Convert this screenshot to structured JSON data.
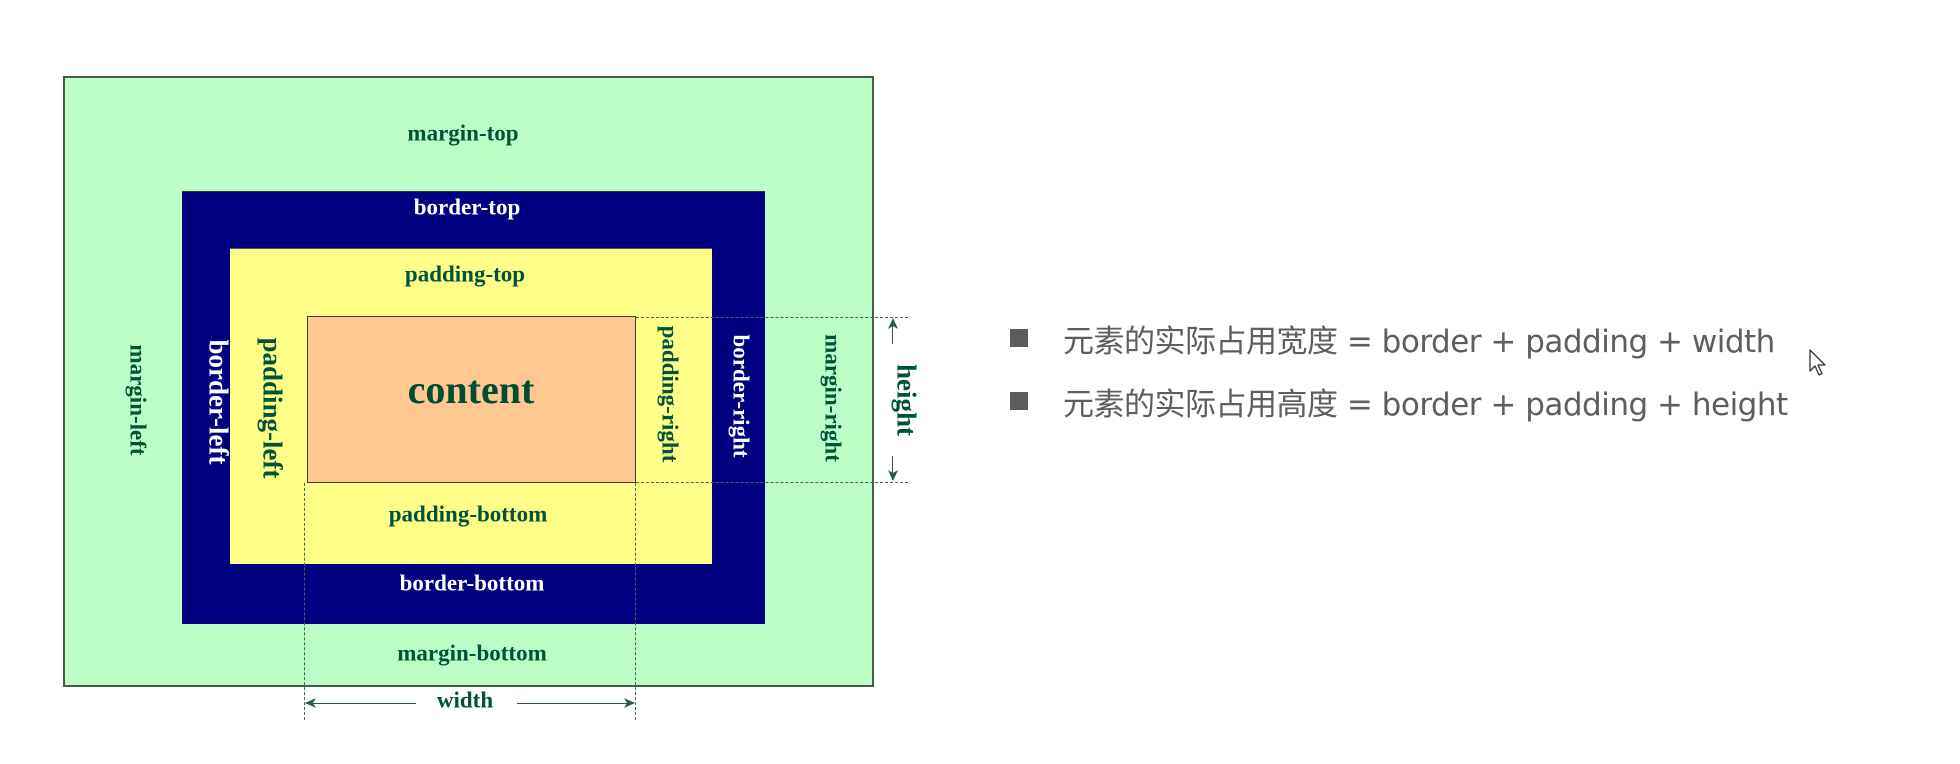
{
  "diagram": {
    "title": "CSS box model",
    "colors": {
      "margin": "#bbffc6",
      "border": "#000080",
      "padding": "#ffff88",
      "content": "#ffc890",
      "label_dark": "#00533a",
      "label_light": "#ffffff"
    },
    "labels": {
      "margin_top": "margin-top",
      "margin_left": "margin-left",
      "margin_right": "margin-right",
      "margin_bottom": "margin-bottom",
      "border_top": "border-top",
      "border_left": "border-left",
      "border_right": "border-right",
      "border_bottom": "border-bottom",
      "padding_top": "padding-top",
      "padding_left": "padding-left",
      "padding_right": "padding-right",
      "padding_bottom": "padding-bottom",
      "content": "content",
      "width": "width",
      "height": "height"
    }
  },
  "notes": {
    "items": [
      {
        "bullet": "square",
        "text": "元素的实际占用宽度 = border + padding + width"
      },
      {
        "bullet": "square",
        "text": "元素的实际占用高度 = border + padding + height"
      }
    ]
  },
  "cursor": {
    "icon": "mouse-pointer-icon"
  }
}
